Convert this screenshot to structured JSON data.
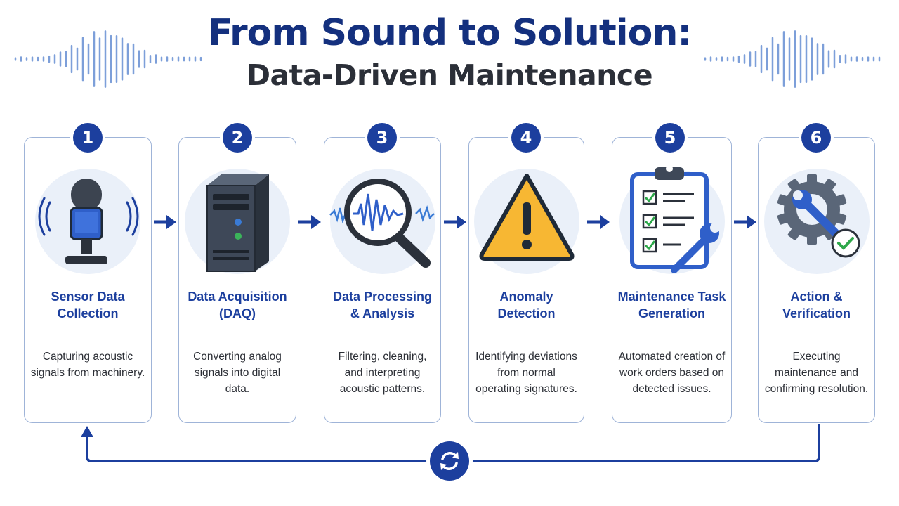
{
  "header": {
    "title": "From Sound to Solution:",
    "subtitle": "Data-Driven Maintenance"
  },
  "colors": {
    "accent": "#1c3f9e",
    "title": "#14307e",
    "icon_bg": "#eaf0f9",
    "warning": "#f7b733",
    "check": "#2ea84a"
  },
  "steps": [
    {
      "number": "1",
      "title": "Sensor Data Collection",
      "description": "Capturing acoustic signals from machinery.",
      "icon": "microphone-icon"
    },
    {
      "number": "2",
      "title": "Data Acquisition (DAQ)",
      "description": "Converting analog signals into digital data.",
      "icon": "server-icon"
    },
    {
      "number": "3",
      "title": "Data Processing & Analysis",
      "description": "Filtering, cleaning, and interpreting acoustic patterns.",
      "icon": "magnifier-waveform-icon"
    },
    {
      "number": "4",
      "title": "Anomaly Detection",
      "description": "Identifying deviations from normal operating signatures.",
      "icon": "warning-icon"
    },
    {
      "number": "5",
      "title": "Maintenance Task Generation",
      "description": "Automated creation of work orders based on detected issues.",
      "icon": "clipboard-checklist-icon"
    },
    {
      "number": "6",
      "title": "Action & Verification",
      "description": "Executing maintenance and confirming resolution.",
      "icon": "gear-wrench-check-icon"
    }
  ],
  "loop": {
    "icon": "refresh-cycle-icon"
  }
}
